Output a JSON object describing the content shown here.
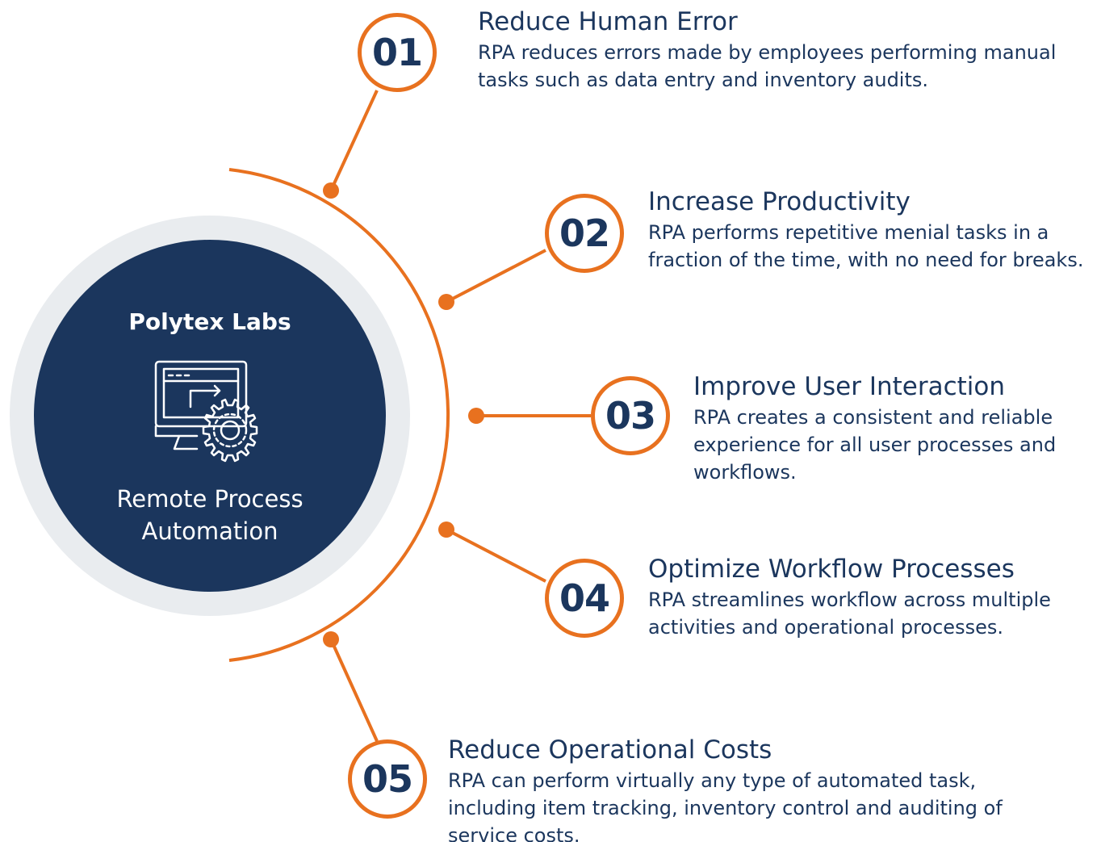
{
  "hub": {
    "title": "Polytex Labs",
    "subtitle": "Remote Process Automation",
    "icon": "monitor-gear-icon"
  },
  "items": [
    {
      "number": "01",
      "title": "Reduce Human Error",
      "description": "RPA reduces errors made by employees performing manual tasks such as data entry and inventory audits."
    },
    {
      "number": "02",
      "title": "Increase Productivity",
      "description": "RPA performs repetitive menial tasks in a fraction of the time, with no need for breaks."
    },
    {
      "number": "03",
      "title": "Improve User Interaction",
      "description": "RPA creates a consistent and reliable experience for all user processes and workflows."
    },
    {
      "number": "04",
      "title": "Optimize Workflow Processes",
      "description": "RPA streamlines workflow across multiple activities and operational processes."
    },
    {
      "number": "05",
      "title": "Reduce Operational Costs",
      "description": "RPA can perform virtually any type of automated task, including item tracking, inventory control and auditing of service costs."
    }
  ],
  "colors": {
    "navy": "#1b365d",
    "orange": "#e8711f",
    "ring": "#e9ecef",
    "white": "#ffffff"
  }
}
